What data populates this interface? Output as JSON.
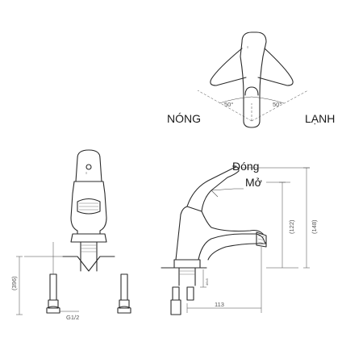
{
  "top_view": {
    "hot_label": "NÓNG",
    "cold_label": "LẠNH",
    "angle_left": "50°",
    "angle_right": "50°"
  },
  "side_view": {
    "close_label": "Đóng",
    "open_label": "Mở",
    "dim_122": "(122)",
    "dim_148": "(148)",
    "dim_113": "113",
    "dim_small": "46±5"
  },
  "front_view": {
    "dim_396": "(396)",
    "thread_label": "G1/2"
  }
}
